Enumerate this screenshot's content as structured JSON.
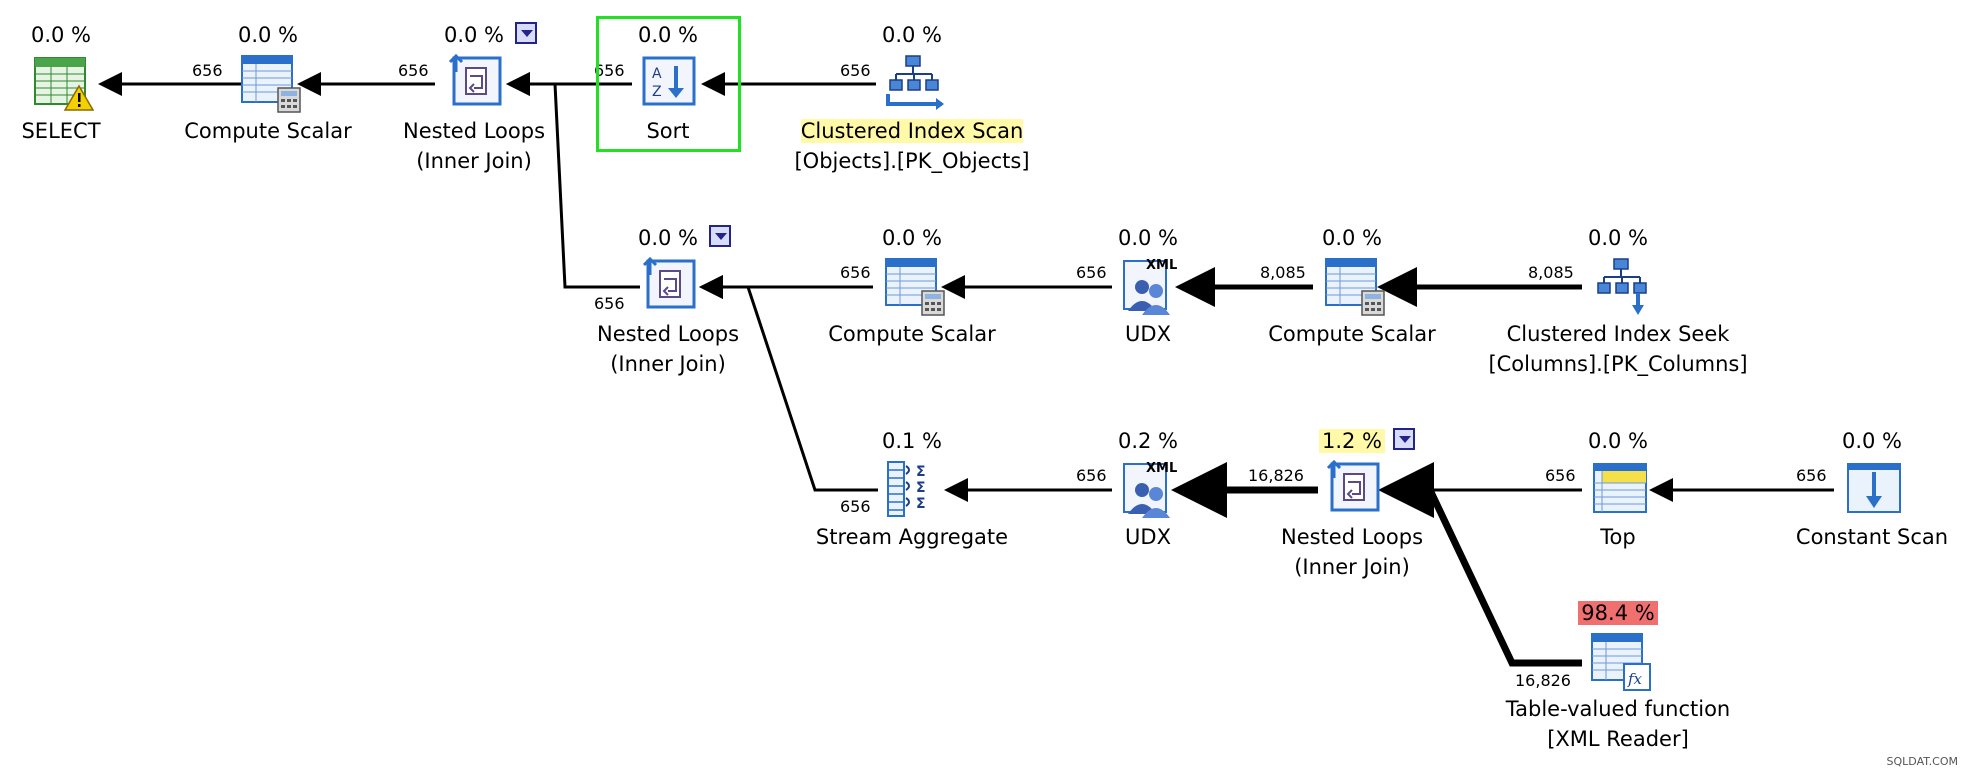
{
  "watermark": "SQLDAT.COM",
  "nodes": {
    "select": {
      "pct": "0.0 %",
      "label": "SELECT",
      "label2": ""
    },
    "compute_scalar_1": {
      "pct": "0.0 %",
      "label": "Compute Scalar",
      "label2": ""
    },
    "nested_loops_1": {
      "pct": "0.0 %",
      "label": "Nested Loops",
      "label2": "(Inner Join)"
    },
    "sort": {
      "pct": "0.0 %",
      "label": "Sort",
      "label2": ""
    },
    "clustered_index_scan": {
      "pct": "0.0 %",
      "label": "Clustered Index Scan",
      "label2": "[Objects].[PK_Objects]"
    },
    "nested_loops_2": {
      "pct": "0.0 %",
      "label": "Nested Loops",
      "label2": "(Inner Join)"
    },
    "compute_scalar_2": {
      "pct": "0.0 %",
      "label": "Compute Scalar",
      "label2": ""
    },
    "udx_1": {
      "pct": "0.0 %",
      "label": "UDX",
      "label2": ""
    },
    "compute_scalar_3": {
      "pct": "0.0 %",
      "label": "Compute Scalar",
      "label2": ""
    },
    "clustered_index_seek": {
      "pct": "0.0 %",
      "label": "Clustered Index Seek",
      "label2": "[Columns].[PK_Columns]"
    },
    "stream_aggregate": {
      "pct": "0.1 %",
      "label": "Stream Aggregate",
      "label2": ""
    },
    "udx_2": {
      "pct": "0.2 %",
      "label": "UDX",
      "label2": ""
    },
    "nested_loops_3": {
      "pct": "1.2 %",
      "label": "Nested Loops",
      "label2": "(Inner Join)"
    },
    "top": {
      "pct": "0.0 %",
      "label": "Top",
      "label2": ""
    },
    "constant_scan": {
      "pct": "0.0 %",
      "label": "Constant Scan",
      "label2": ""
    },
    "table_valued_function": {
      "pct": "98.4 %",
      "label": "Table-valued function",
      "label2": "[XML Reader]"
    }
  },
  "row_counts": {
    "cs1_to_select": "656",
    "nl1_to_cs1": "656",
    "sort_to_nl1": "656",
    "cis_to_sort": "656",
    "nl2_to_nl1": "656",
    "cs2_to_nl2": "656",
    "udx1_to_cs2": "656",
    "cs3_to_udx1": "8,085",
    "seek_to_cs3": "8,085",
    "sa_to_nl2": "656",
    "udx2_to_sa": "656",
    "nl3_to_udx2": "16,826",
    "top_to_nl3": "656",
    "const_to_top": "656",
    "tvf_to_nl3": "16,826"
  },
  "udx_icon_text": "XML",
  "colors": {
    "selected_border": "#22e022",
    "highlight_yellow": "#fff9a8",
    "highlight_red": "#f07070",
    "icon_blue": "#2a6fc9"
  }
}
